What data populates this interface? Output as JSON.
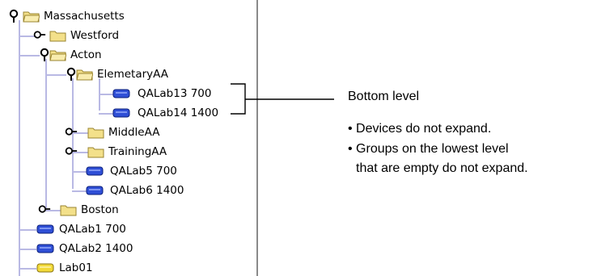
{
  "tree": {
    "nodes": [
      {
        "name": "tree-node-massachusetts",
        "label": "Massachusetts",
        "type": "folder",
        "expanded": true
      },
      {
        "name": "tree-node-westford",
        "label": "Westford",
        "type": "folder",
        "expanded": false
      },
      {
        "name": "tree-node-acton",
        "label": "Acton",
        "type": "folder",
        "expanded": true
      },
      {
        "name": "tree-node-elemetaryaa",
        "label": "ElemetaryAA",
        "type": "folder",
        "expanded": true
      },
      {
        "name": "tree-node-qalab13",
        "label": "QALab13 700",
        "type": "device",
        "color": "blue"
      },
      {
        "name": "tree-node-qalab14",
        "label": "QALab14 1400",
        "type": "device",
        "color": "blue"
      },
      {
        "name": "tree-node-middleaa",
        "label": "MiddleAA",
        "type": "folder",
        "expanded": false
      },
      {
        "name": "tree-node-trainingaa",
        "label": "TrainingAA",
        "type": "folder",
        "expanded": false
      },
      {
        "name": "tree-node-qalab5",
        "label": "QALab5 700",
        "type": "device",
        "color": "blue"
      },
      {
        "name": "tree-node-qalab6",
        "label": "QALab6 1400",
        "type": "device",
        "color": "blue"
      },
      {
        "name": "tree-node-boston",
        "label": "Boston",
        "type": "folder",
        "expanded": false
      },
      {
        "name": "tree-node-qalab1",
        "label": "QALab1 700",
        "type": "device",
        "color": "blue"
      },
      {
        "name": "tree-node-qalab2",
        "label": "QALab2 1400",
        "type": "device",
        "color": "blue"
      },
      {
        "name": "tree-node-lab01",
        "label": "Lab01",
        "type": "device",
        "color": "yellow"
      }
    ]
  },
  "annotation": {
    "heading": "Bottom level",
    "bullets": [
      "• Devices do not expand.",
      "• Groups on the lowest level",
      "that are empty do not expand."
    ]
  },
  "colors": {
    "tree_line": "#b9b9e4",
    "folder_fill": "#f3e08a",
    "device_blue": "#2f4fd6",
    "device_yellow": "#f2da3a"
  }
}
